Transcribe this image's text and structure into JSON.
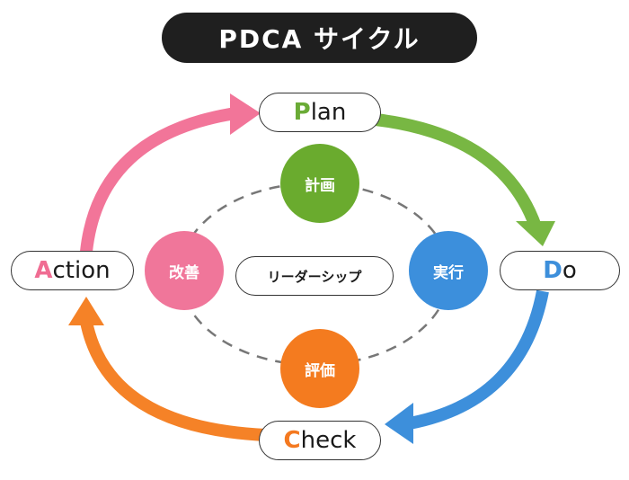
{
  "title": "PDCA サイクル",
  "stages": {
    "plan": {
      "initial": "P",
      "rest": "lan",
      "color": "#6aab36"
    },
    "do": {
      "initial": "D",
      "rest": "o",
      "color": "#3d8fdb"
    },
    "check": {
      "initial": "C",
      "rest": "heck",
      "color": "#f47920"
    },
    "action": {
      "initial": "A",
      "rest": "ction",
      "color": "#f06d93"
    }
  },
  "inner_nodes": {
    "keikaku": {
      "label": "計画",
      "color": "#6aab2e"
    },
    "jikkou": {
      "label": "実行",
      "color": "#3c8fdc"
    },
    "hyouka": {
      "label": "評価",
      "color": "#f47b1f"
    },
    "kaizen": {
      "label": "改善",
      "color": "#f0769a"
    }
  },
  "center": {
    "label": "リーダーシップ"
  },
  "arrow_colors": {
    "plan_to_do": "#78b743",
    "do_to_check": "#3d8fdb",
    "check_to_action": "#f58227",
    "action_to_plan": "#f27599"
  },
  "dash_color": "#777777"
}
